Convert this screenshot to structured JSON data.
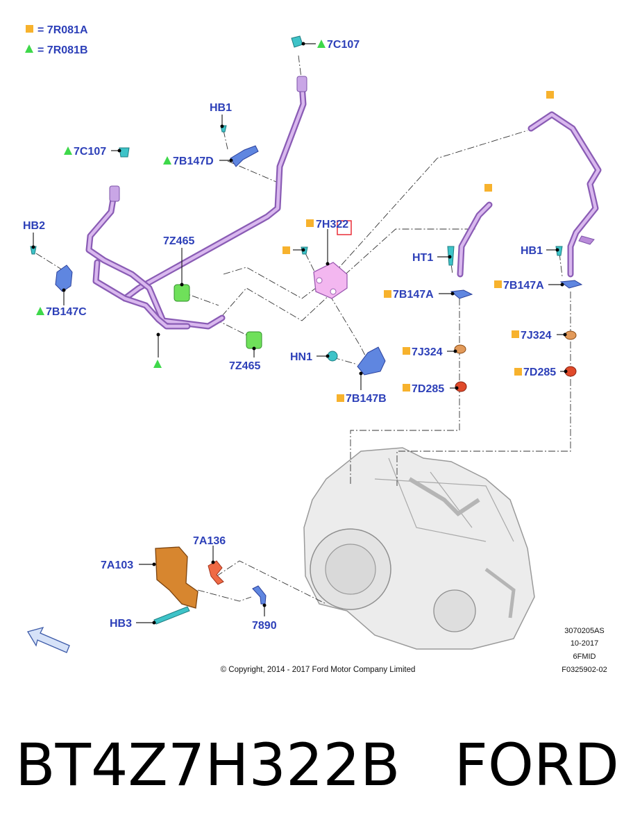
{
  "legend": {
    "square_label": "= 7R081A",
    "triangle_label": "= 7R081B",
    "square_color": "#f7b22d",
    "triangle_color": "#3ed84a"
  },
  "callouts": {
    "c7C107_top": "7C107",
    "hb1_left": "HB1",
    "c7C107_left": "7C107",
    "c7B147D": "7B147D",
    "hb2": "HB2",
    "c7Z465_top": "7Z465",
    "c7H322": "7H322",
    "c7B147C": "7B147C",
    "c7Z465_bottom": "7Z465",
    "hn1": "HN1",
    "c7B147B": "7B147B",
    "ht1": "HT1",
    "c7B147A_left": "7B147A",
    "c7J324_left": "7J324",
    "c7D285_left": "7D285",
    "hb1_right": "HB1",
    "c7B147A_right": "7B147A",
    "c7J324_right": "7J324",
    "c7D285_right": "7D285",
    "c7A136": "7A136",
    "c7A103": "7A103",
    "hb3": "HB3",
    "c7890": "7890"
  },
  "meta": {
    "line1": "3070205AS",
    "line2": "10-2017",
    "line3": "6FMID",
    "line4": "F0325902-02"
  },
  "copyright": "© Copyright, 2014 - 2017 Ford Motor Company Limited",
  "caption": {
    "part_number": "BT4Z7H322B",
    "brand": "FORD"
  },
  "highlight_color": "#e8202a",
  "part_colors": {
    "pipe": "#b98bd9",
    "fitting": "#3ec3c8",
    "bracket": "#4a6fd0",
    "nut": "#d4752a",
    "bushing": "#55d044"
  }
}
